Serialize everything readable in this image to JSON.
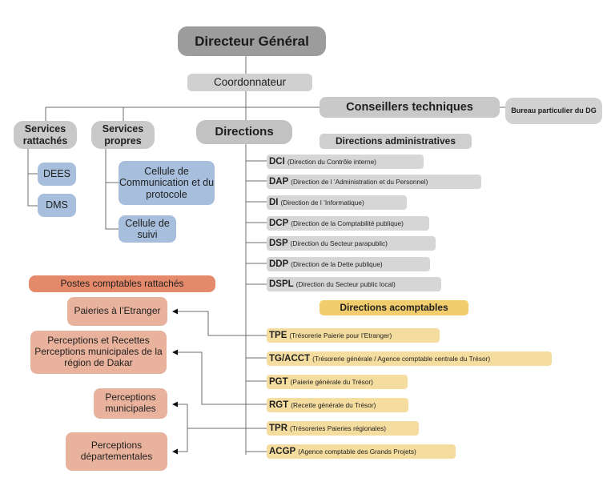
{
  "top": {
    "dg": "Directeur Général",
    "coordonnateur": "Coordonnateur",
    "conseillers": "Conseillers techniques",
    "bureau": "Bureau particulier du DG"
  },
  "services_rattaches": {
    "label": "Services rattachés",
    "items": [
      "DEES",
      "DMS"
    ]
  },
  "services_propres": {
    "label": "Services propres",
    "items": [
      "Cellule de Communication et du protocole",
      "Cellule de suivi"
    ]
  },
  "directions": {
    "label": "Directions"
  },
  "directions_administratives": {
    "label": "Directions administratives",
    "items": [
      {
        "code": "DCI",
        "name": "(Direction du Contrôle interne)"
      },
      {
        "code": "DAP",
        "name": "(Direction de l ’Administration et du Personnel)"
      },
      {
        "code": "DI",
        "name": "(Direction de l ’Informatique)"
      },
      {
        "code": "DCP",
        "name": "(Direction de la Comptabilité publique)"
      },
      {
        "code": "DSP",
        "name": "(Direction du Secteur parapublic)"
      },
      {
        "code": "DDP",
        "name": "(Direction de la Dette publique)"
      },
      {
        "code": "DSPL",
        "name": "(Direction du Secteur public local)"
      }
    ]
  },
  "directions_acomptables": {
    "label": "Directions acomptables",
    "items": [
      {
        "code": "TPE",
        "name": "(Trésorerie Paierie pour l’Etranger)"
      },
      {
        "code": "TG/ACCT",
        "name": "(Trésorerie générale / Agence comptable centrale du Trésor)"
      },
      {
        "code": "PGT",
        "name": "(Paierie générale du Trésor)"
      },
      {
        "code": "RGT",
        "name": "(Recette générale du Trésor)"
      },
      {
        "code": "TPR",
        "name": "(Trésoreries Paieries régionales)"
      },
      {
        "code": "ACGP",
        "name": "(Agence comptable des Grands Projets)"
      }
    ]
  },
  "postes_comptables": {
    "label": "Postes comptables rattachés",
    "items": [
      "Paieries à l’Etranger",
      "Perceptions et Recettes Perceptions municipales de la région de Dakar",
      "Perceptions municipales",
      "Perceptions départementales"
    ]
  },
  "colors": {
    "dg": "#9c9c9c",
    "gray_box": "#d6d6d6",
    "blue_box": "#a7bfdc",
    "gold_header": "#f2cd6e",
    "gold_item": "#f5dd9f",
    "pink_header": "#e48a6b",
    "pink_box": "#e9b29d",
    "line": "#6d6d6d"
  }
}
